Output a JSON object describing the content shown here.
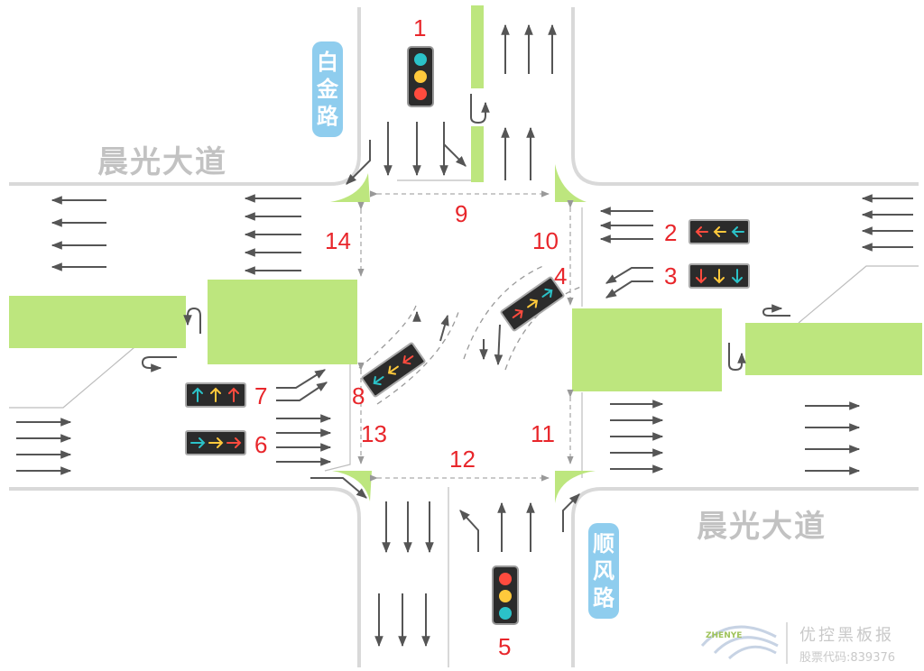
{
  "roads": {
    "east_west_name": "晨光大道",
    "north_road_chars": [
      "白",
      "金",
      "路"
    ],
    "south_road_chars": [
      "顺",
      "风",
      "路"
    ]
  },
  "numbers": {
    "n1": "1",
    "n2": "2",
    "n3": "3",
    "n4": "4",
    "n5": "5",
    "n6": "6",
    "n7": "7",
    "n8": "8",
    "n9": "9",
    "n10": "10",
    "n11": "11",
    "n12": "12",
    "n13": "13",
    "n14": "14"
  },
  "footer": {
    "brand": "优控黑板报",
    "stock": "股票代码:839376",
    "logo_word": "ZHENYE"
  },
  "colors": {
    "island_green": "#bde67e",
    "arrow_gray": "#555555",
    "label_blue": "#8fcdee",
    "number_red": "#e8262b",
    "signal_red": "#ff4b3e",
    "signal_yellow": "#ffc93c",
    "signal_cyan": "#2bc2c8"
  }
}
